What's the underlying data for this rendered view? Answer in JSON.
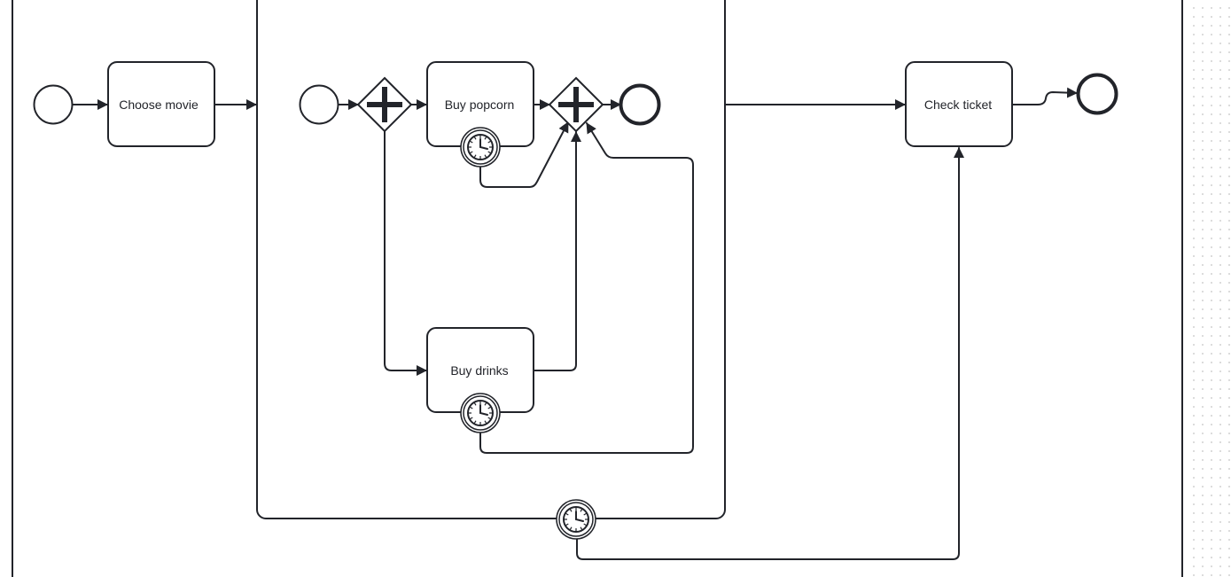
{
  "process": {
    "tasks": {
      "choose_movie": "Choose movie",
      "buy_popcorn": "Buy popcorn",
      "buy_drinks": "Buy drinks",
      "check_ticket": "Check ticket"
    }
  },
  "colors": {
    "stroke": "#22242a",
    "fill": "#ffffff",
    "grid_dot": "#d9d9d9"
  },
  "icons": {
    "gateway": "parallel-gateway-plus-icon",
    "timer": "timer-clock-icon"
  }
}
